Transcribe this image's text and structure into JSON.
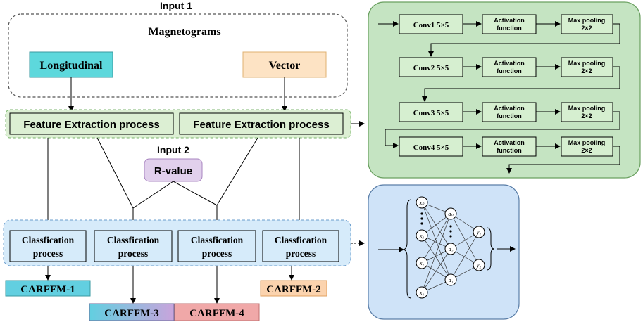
{
  "input1": {
    "title": "Input 1",
    "group_label": "Magnetograms",
    "longitudinal": "Longitudinal",
    "vector": "Vector"
  },
  "feature_extraction": {
    "left": "Feature Extraction process",
    "right": "Feature Extraction process"
  },
  "input2": {
    "title": "Input 2",
    "rvalue": "R-value"
  },
  "classification": {
    "boxes": [
      {
        "line1": "Classfication",
        "line2": "process"
      },
      {
        "line1": "Classfication",
        "line2": "process"
      },
      {
        "line1": "Classfication",
        "line2": "process"
      },
      {
        "line1": "Classfication",
        "line2": "process"
      }
    ]
  },
  "outputs": {
    "carffm1": "CARFFM-1",
    "carffm2": "CARFFM-2",
    "carffm3": "CARFFM-3",
    "carffm4": "CARFFM-4"
  },
  "cnn": {
    "rows": [
      {
        "conv": "Conv1 5×5",
        "act1": "Activation",
        "act2": "function",
        "pool1": "Max pooling",
        "pool2": "2×2"
      },
      {
        "conv": "Conv2 5×5",
        "act1": "Activation",
        "act2": "function",
        "pool1": "Max pooling",
        "pool2": "2×2"
      },
      {
        "conv": "Conv3 5×5",
        "act1": "Activation",
        "act2": "function",
        "pool1": "Max pooling",
        "pool2": "2×2"
      },
      {
        "conv": "Conv4 5×5",
        "act1": "Activation",
        "act2": "function",
        "pool1": "Max pooling",
        "pool2": "2×2"
      }
    ]
  },
  "nn": {
    "inputs": [
      "x₁",
      "x₂",
      "x₃",
      "xₙ"
    ],
    "hidden": [
      "a₁",
      "a₂",
      "aₙ"
    ],
    "outputs": [
      "y₁",
      "y₂"
    ]
  },
  "colors": {
    "longitudinal_fill": "#5dd8dc",
    "vector_fill": "#fde3c4",
    "rvalue_fill": "#e1d0ec",
    "feature_fill": "#dcefd3",
    "cnn_panel": "#c5e4c2",
    "nn_panel": "#cfe3f8",
    "class_fill": "#d6ebfa",
    "carffm1_fill": "#62cfe0",
    "carffm2_fill": "#fbd3ae",
    "carffm4_fill": "#f0a8a8"
  }
}
